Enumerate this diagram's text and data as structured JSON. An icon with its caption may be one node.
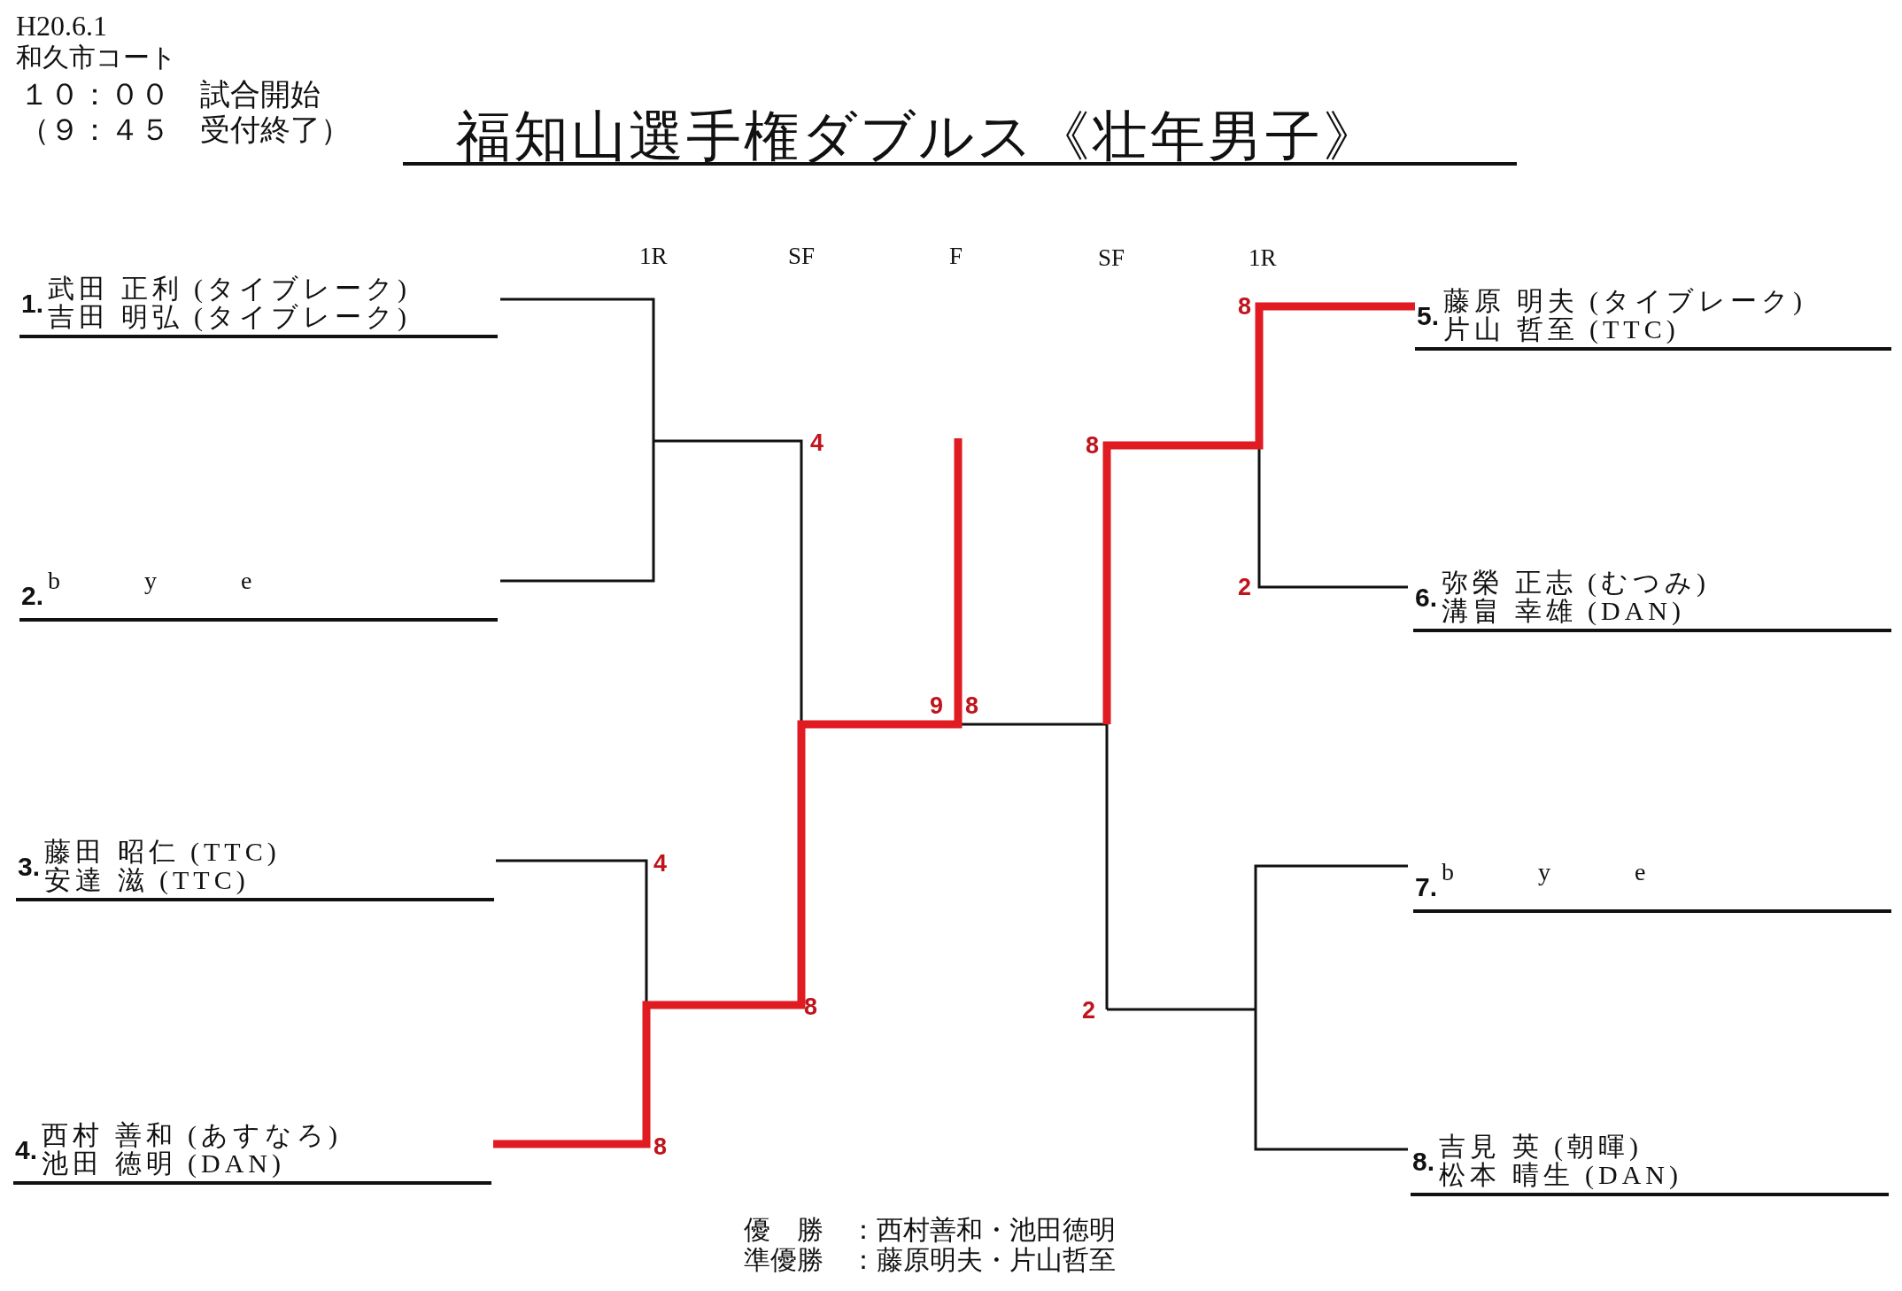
{
  "diagram": {
    "title": "福知山選手権ダブルス《壮年男子》",
    "nodes": [
      {
        "text": [
          "1.",
          "武田 正利 (タイブレーク)",
          "吉田 明弘 (タイブレーク)"
        ]
      },
      {
        "text": [
          "2.",
          "bye"
        ]
      },
      {
        "text": [
          "3.",
          "藤田 昭仁 (TTC)",
          "安達 滋 (TTC)"
        ]
      },
      {
        "text": [
          "4.",
          "西村 善和 (あすなろ)",
          "池田 徳明 (DAN)"
        ]
      },
      {
        "text": [
          "5.",
          "藤原 明夫 (タイブレーク)",
          "片山 哲至 (TTC)"
        ]
      },
      {
        "text": [
          "6.",
          "弥榮 正志 (むつみ)",
          "溝畠 幸雄 (DAN)"
        ]
      },
      {
        "text": [
          "7.",
          "bye"
        ]
      },
      {
        "text": [
          "8.",
          "吉見 英 (朝暉)",
          "松本 晴生 (DAN)"
        ]
      }
    ],
    "labels": [
      "H20.6.1",
      "和久市コート",
      "１０：００　試合開始",
      "（９：４５　受付終了）",
      "1R",
      "SF",
      "F",
      "SF",
      "1R",
      "8",
      "4",
      "8",
      "2",
      "9",
      "8",
      "4",
      "8",
      "2",
      "8",
      "優　勝　：西村善和・池田徳明",
      "準優勝　：藤原明夫・片山哲至"
    ]
  }
}
